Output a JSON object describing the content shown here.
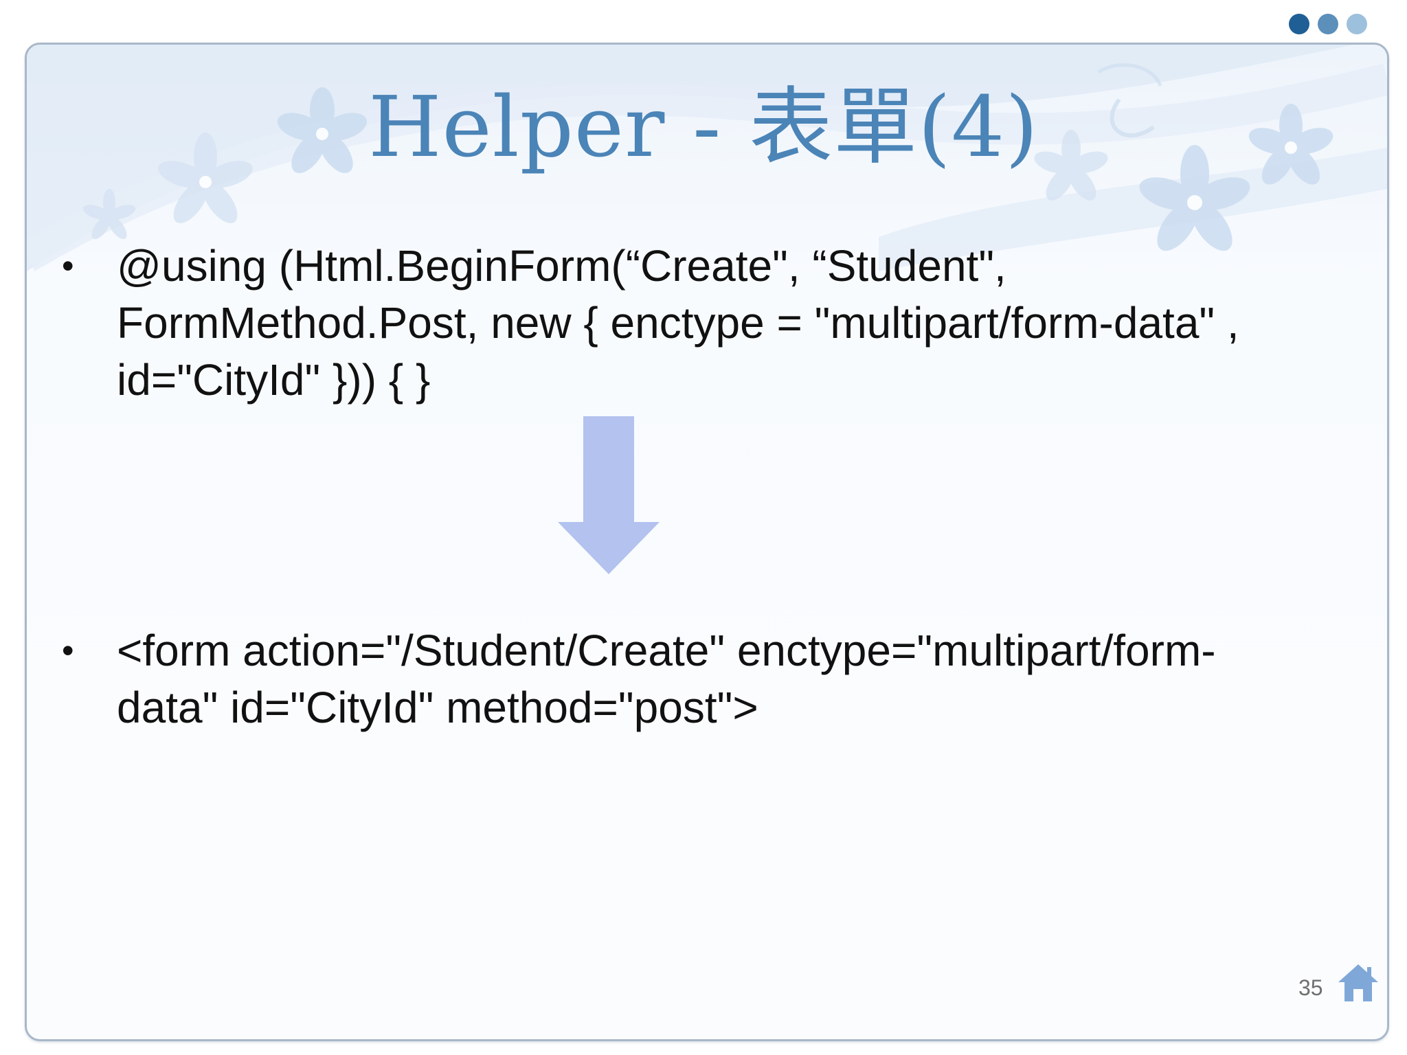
{
  "slide": {
    "title": "Helper - 表單(4)",
    "bullets": [
      {
        "text": "@using (Html.BeginForm(“Create\", “Student\",\nFormMethod.Post, new { enctype = \"multipart/form-data\" ,\nid=\"CityId\" })) { }"
      },
      {
        "text": "<form action=\"/Student/Create\" enctype=\"multipart/form-\ndata\" id=\"CityId\" method=\"post\">"
      }
    ],
    "bullet_symbol": "•",
    "page_number": "35"
  },
  "icons": {
    "arrow": "down-arrow-icon",
    "home": "home-icon"
  },
  "colors": {
    "title": "#4b84b7",
    "arrow": "#b3c2ee",
    "home": "#7fa8d8",
    "dot_dark": "#1f5f95",
    "dot_mid": "#5c8fba",
    "dot_light": "#9dc0dc"
  }
}
